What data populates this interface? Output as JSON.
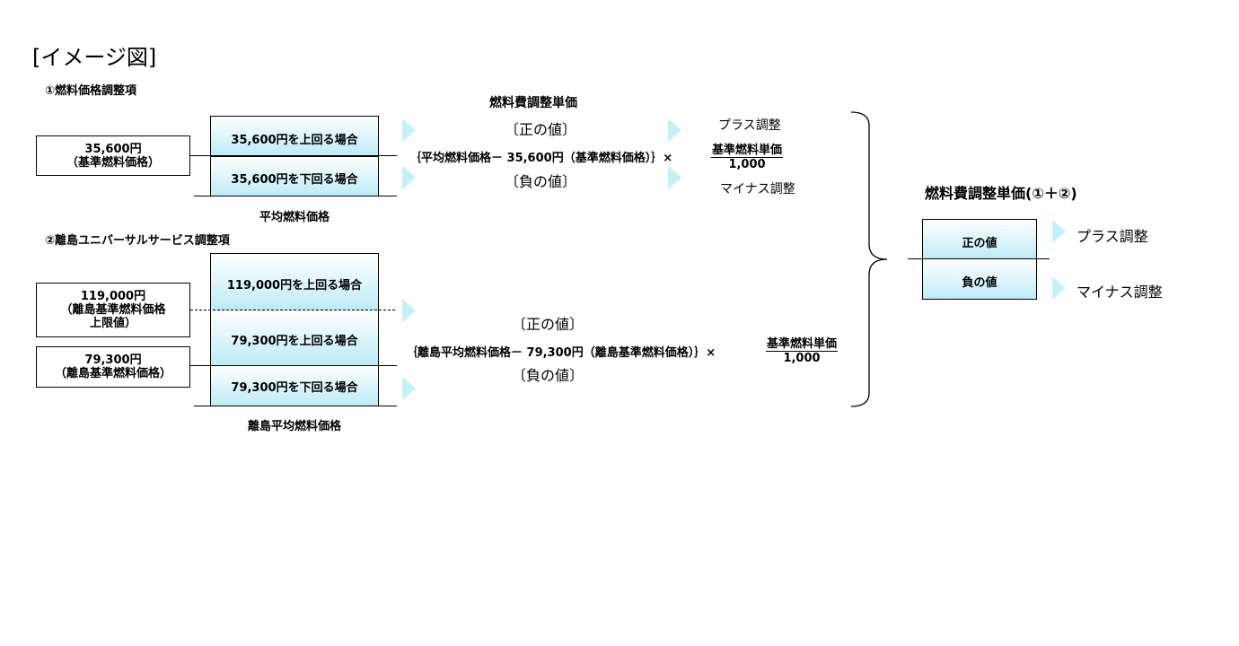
{
  "heading": "[イメージ図]",
  "section1": {
    "title": "①燃料価格調整項",
    "top_label": "燃料費調整単価",
    "base_box": {
      "line1": "35,600円",
      "line2": "（基準燃料価格）"
    },
    "upper_case": "35,600円を上回る場合",
    "lower_case": "35,600円を下回る場合",
    "axis_label": "平均燃料価格",
    "positive": "〔正の値〕",
    "negative": "〔負の値〕",
    "formula": "｛平均燃料価格－ 35,600円（基準燃料価格）｝×",
    "frac_num": "基準燃料単価",
    "frac_den": "1,000",
    "plus": "プラス調整",
    "minus": "マイナス調整"
  },
  "section2": {
    "title": "②離島ユニバーサルサービス調整項",
    "cap_box": {
      "line1": "119,000円",
      "line2": "（離島基準燃料価格",
      "line3": "上限値）"
    },
    "base_box": {
      "line1": "79,300円",
      "line2": "（離島基準燃料価格）"
    },
    "case_top": "119,000円を上回る場合",
    "case_mid": "79,300円を上回る場合",
    "case_low": "79,300円を下回る場合",
    "axis_label": "離島平均燃料価格",
    "positive": "〔正の値〕",
    "negative": "〔負の値〕",
    "formula": "｛離島平均燃料価格－ 79,300円（離島基準燃料価格）｝×",
    "frac_num": "基準燃料単価",
    "frac_den": "1,000"
  },
  "result": {
    "title": "燃料費調整単価(①＋②)",
    "positive": "正の値",
    "negative": "負の値",
    "plus": "プラス調整",
    "minus": "マイナス調整"
  },
  "colors": {
    "gradient": "#bdebf5",
    "arrow": "#c6f0f6"
  }
}
